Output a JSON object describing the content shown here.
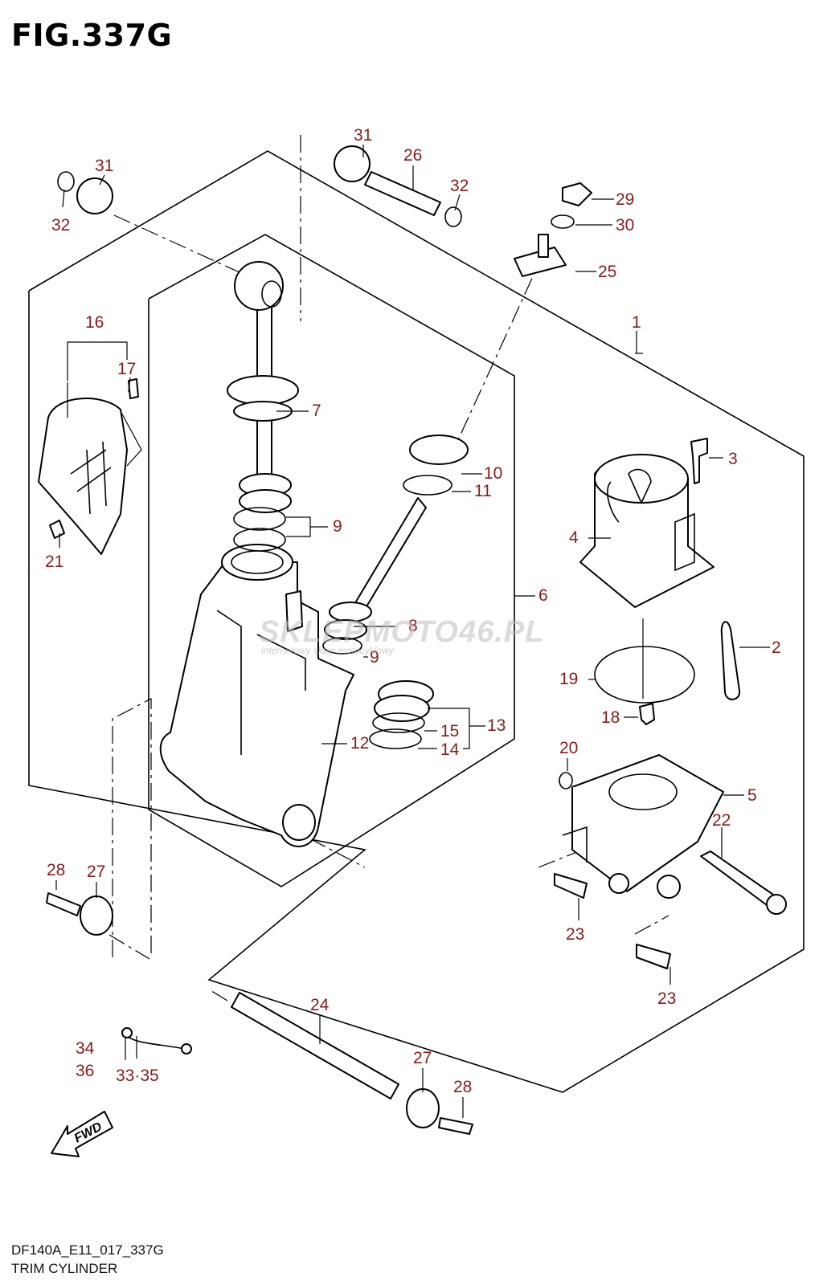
{
  "figure": {
    "title": "FIG.337G",
    "code": "DF140A_E11_017_337G",
    "name": "TRIM CYLINDER"
  },
  "watermark": {
    "text": "SKLEPMOTO46.PL",
    "subtext": "internetowy sklep motocyklowy"
  },
  "fwd_label": "FWD",
  "callouts": {
    "c1": "1",
    "c2": "2",
    "c3": "3",
    "c4": "4",
    "c5": "5",
    "c6": "6",
    "c7": "7",
    "c8": "8",
    "c9a": "9",
    "c9b": "9",
    "c10": "10",
    "c11": "11",
    "c12": "12",
    "c13": "13",
    "c14": "14",
    "c15": "15",
    "c16": "16",
    "c17": "17",
    "c18": "18",
    "c19": "19",
    "c20": "20",
    "c21": "21",
    "c22": "22",
    "c23a": "23",
    "c23b": "23",
    "c24": "24",
    "c25": "25",
    "c26": "26",
    "c27a": "27",
    "c27b": "27",
    "c28a": "28",
    "c28b": "28",
    "c29": "29",
    "c30": "30",
    "c31a": "31",
    "c31b": "31",
    "c32a": "32",
    "c32b": "32",
    "c33_35": "33·35",
    "c34": "34",
    "c36": "36"
  },
  "colors": {
    "callout": "#8b1a1a",
    "line": "#000000",
    "watermark": "#bdbdbd"
  }
}
